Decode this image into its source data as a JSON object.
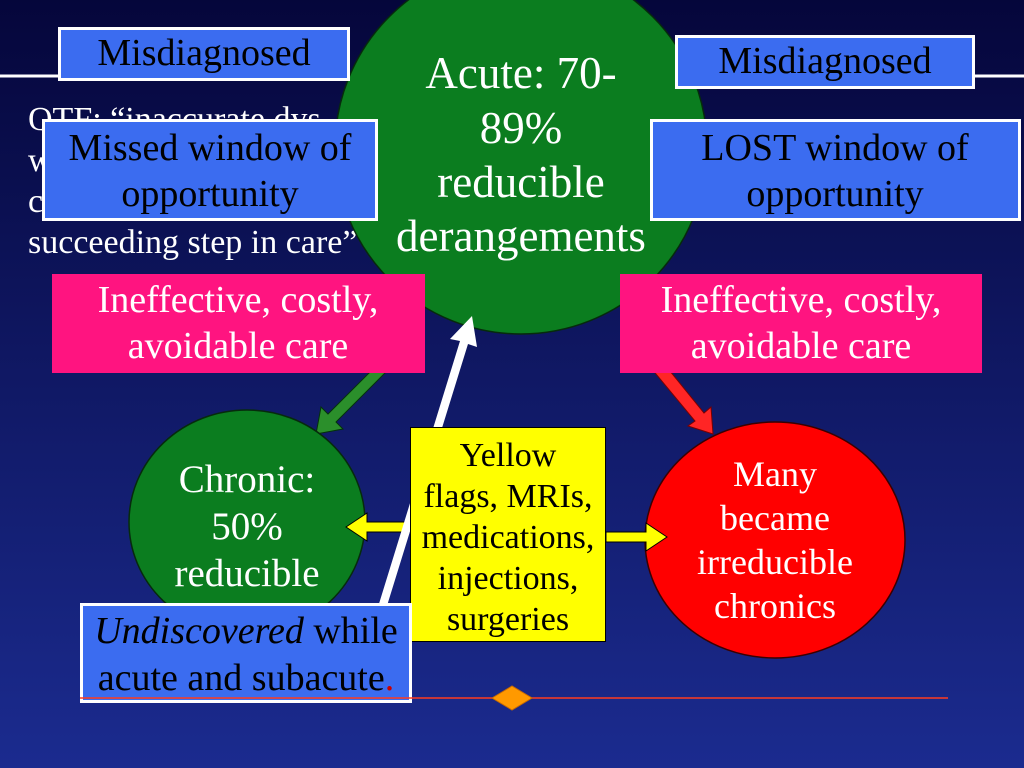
{
  "colors": {
    "background_top": "#05063b",
    "background_bottom": "#1b2b8f",
    "box_blue": "#3b6cf0",
    "box_border": "#ffffff",
    "pink": "#ff1480",
    "circle_green": "#0b7d1f",
    "circle_red": "#ff0000",
    "yellow": "#ffff00",
    "arrow_green": "#2b8f2b",
    "arrow_red": "#ff2525",
    "arrow_white": "#ffffff",
    "rule_white": "#ffffff",
    "rule_red": "#ff3b1f",
    "diamond_orange": "#ff9900",
    "period_red": "#cc0000"
  },
  "side_note": {
    "lines": [
      "QTF: “inaccurate dys",
      "w",
      "c",
      "succeeding step in care”"
    ]
  },
  "misdiagnosed_left": {
    "label": "Misdiagnosed"
  },
  "misdiagnosed_right": {
    "label": "Misdiagnosed"
  },
  "missed_window": {
    "lines": [
      "Missed window of",
      "opportunity"
    ]
  },
  "lost_window": {
    "lines": [
      "LOST window of",
      "opportunity"
    ]
  },
  "acute": {
    "lines": [
      "Acute: 70-",
      "89%",
      "reducible",
      "derangements"
    ]
  },
  "ineffective_left": {
    "lines": [
      "Ineffective, costly,",
      "avoidable care"
    ]
  },
  "ineffective_right": {
    "lines": [
      "Ineffective, costly,",
      "avoidable care"
    ]
  },
  "chronic": {
    "lines": [
      "Chronic:",
      "50%",
      "reducible"
    ]
  },
  "interventions": {
    "lines": [
      "Yellow",
      "flags, MRIs,",
      "medications,",
      "injections,",
      "surgeries"
    ]
  },
  "outcome": {
    "lines": [
      "Many",
      "became",
      "irreducible",
      "chronics"
    ]
  },
  "undiscovered": {
    "italic": "Undiscovered",
    "rest": " while",
    "line2": "acute and subacute",
    "period": "."
  }
}
